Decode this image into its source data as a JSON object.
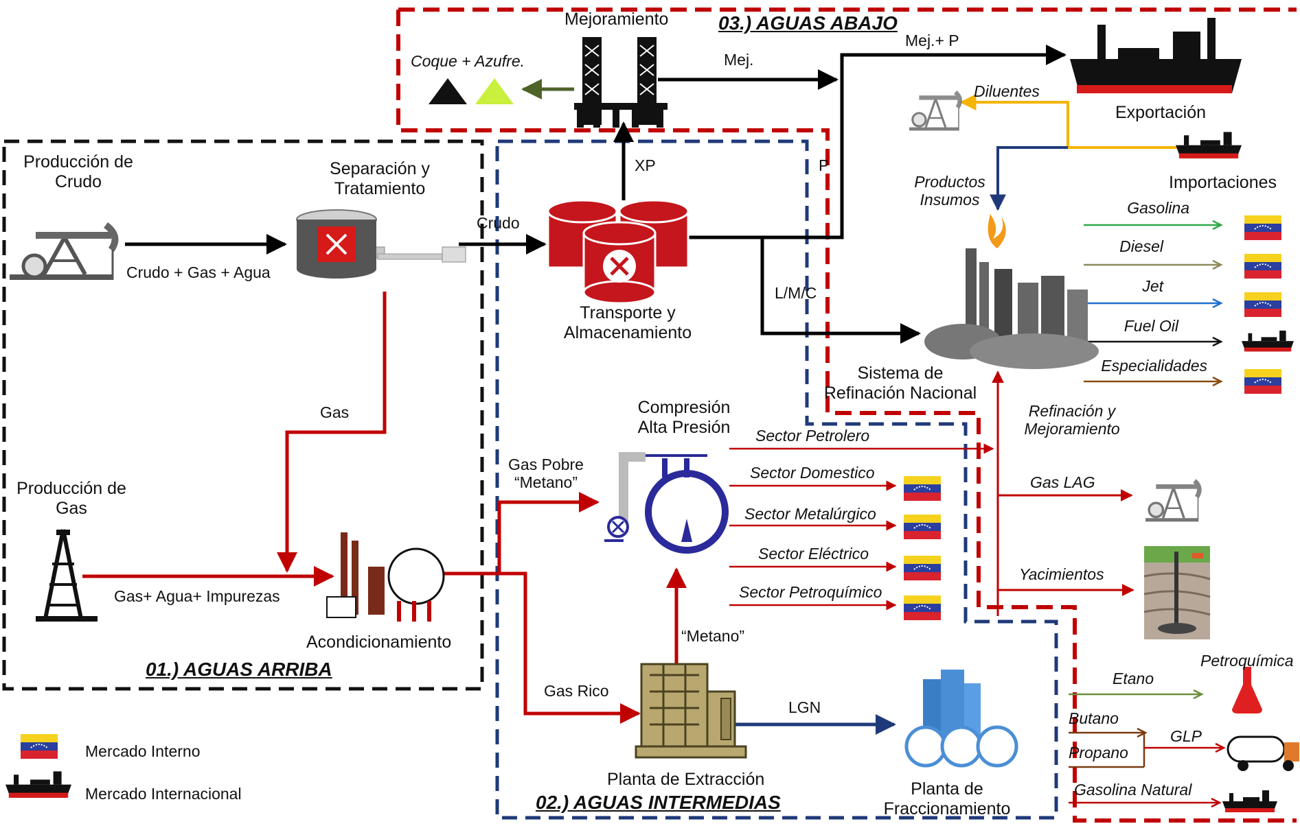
{
  "sections": {
    "upstream": "01.) AGUAS ARRIBA",
    "midstream": "02.) AGUAS INTERMEDIAS",
    "downstream": "03.) AGUAS ABAJO"
  },
  "nodes": {
    "crude_production": "Producción de Crudo",
    "gas_production": "Producción de Gas",
    "separation": "Separación y Tratamiento",
    "conditioning": "Acondicionamiento",
    "transport": "Transporte y Almacenamiento",
    "upgrading": "Mejoramiento",
    "coke_sulfur": "Coque + Azufre.",
    "export": "Exportación",
    "imports": "Importaciones",
    "refining_system": "Sistema de Refinación Nacional",
    "products_inputs": "Productos Insumos",
    "compression": "Compresión Alta Presión",
    "extraction_plant": "Planta de Extracción",
    "fractionation_plant": "Planta de Fraccionamiento",
    "petrochemical": "Petroquímica"
  },
  "flows": {
    "crude_gas_water": "Crudo + Gas + Agua",
    "gas": "Gas",
    "gas_water_impurities": "Gas+ Agua+ Impurezas",
    "crude": "Crudo",
    "xp": "XP",
    "mej": "Mej.",
    "mej_p": "Mej.+ P",
    "p": "P",
    "lmc": "L/M/C",
    "diluents": "Diluentes",
    "lean_gas": "Gas Pobre “Metano”",
    "rich_gas": "Gas Rico",
    "methane": "“Metano”",
    "lgn": "LGN",
    "refining_upgrading": "Refinación y Mejoramiento",
    "gas_lag": "Gas LAG",
    "reservoirs": "Yacimientos",
    "glp": "GLP"
  },
  "refined_products": [
    "Gasolina",
    "Diesel",
    "Jet",
    "Fuel Oil",
    "Especialidades"
  ],
  "gas_sectors": [
    "Sector Petrolero",
    "Sector Domestico",
    "Sector Metalúrgico",
    "Sector Eléctrico",
    "Sector Petroquímico"
  ],
  "fractionation_products": [
    "Etano",
    "Butano",
    "Propano",
    "Gasolina Natural"
  ],
  "legend": {
    "internal_market": "Mercado Interno",
    "international_market": "Mercado Internacional"
  },
  "colors": {
    "upstream_border": "#111111",
    "midstream_border": "#1f3a7a",
    "downstream_border": "#c00000",
    "gas_line": "#c00000",
    "crude_line": "#000000",
    "lgn_line": "#1f3a7a",
    "diluent_line": "#f5b400",
    "gasoline_line": "#2ea84a",
    "diesel_line": "#8c8a5a",
    "jet_line": "#1f6fd0",
    "specialties_line": "#8a4a10",
    "ethane_line": "#6a8f3a",
    "butane_propane_line": "#7a3a10",
    "coke_arrow": "#4f6228"
  }
}
